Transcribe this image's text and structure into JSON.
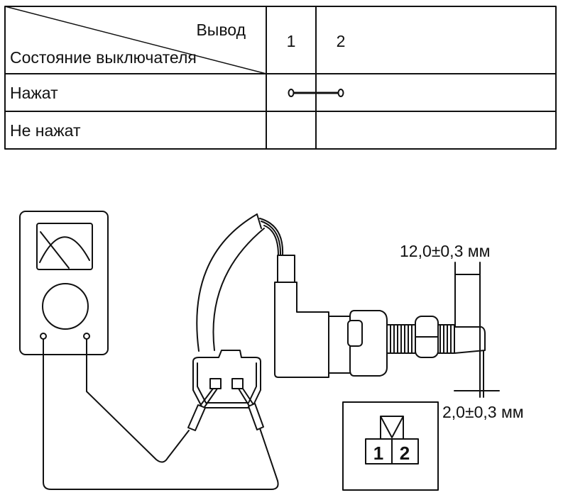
{
  "table": {
    "header_terminal": "Вывод",
    "header_state": "Состояние выключателя",
    "columns": [
      "1",
      "2"
    ],
    "rows": [
      {
        "state": "Нажат",
        "continuity": true
      },
      {
        "state": "Не нажат",
        "continuity": false
      }
    ]
  },
  "diagram": {
    "dimension_stroke": "12,0±0,3 мм",
    "dimension_gap": "2,0±0,3 мм",
    "connector_pins": [
      "1",
      "2"
    ]
  }
}
